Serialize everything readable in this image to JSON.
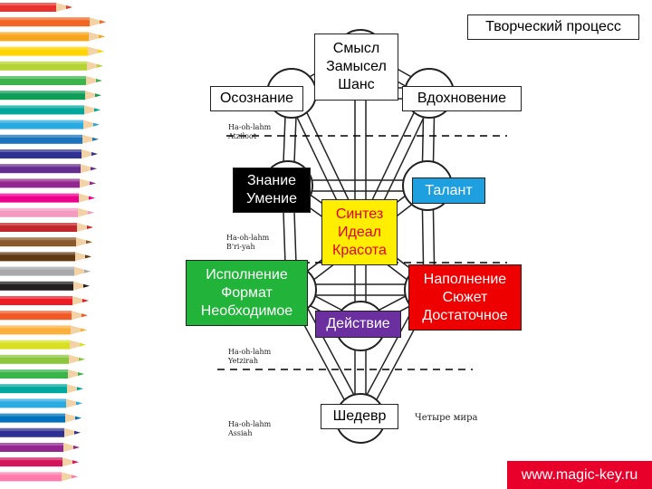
{
  "title": "Творческий процесс",
  "website": "www.magic-key.ru",
  "tree_caption": "Четыре мира",
  "worlds": [
    {
      "line1": "Ha-oh-lahm",
      "line2": "Atziloot"
    },
    {
      "line1": "Ha-oh-lahm",
      "line2": "B'ri-yah"
    },
    {
      "line1": "Ha-oh-lahm",
      "line2": "Yetzirah"
    },
    {
      "line1": "Ha-oh-lahm",
      "line2": "Assiah"
    }
  ],
  "nodes": {
    "top": {
      "lines": [
        "Смысл",
        "Замысел",
        "Шанс"
      ]
    },
    "left_upper": {
      "lines": [
        "Осознание"
      ]
    },
    "right_upper": {
      "lines": [
        "Вдохновение"
      ]
    },
    "left_middle": {
      "lines": [
        "Знание",
        "Умение"
      ],
      "bg": "#000000",
      "fg": "#ffffff"
    },
    "right_middle": {
      "lines": [
        "Талант"
      ],
      "bg": "#1ea0e0",
      "fg": "#ffffff"
    },
    "center": {
      "lines": [
        "Синтез",
        "Идеал",
        "Красота"
      ],
      "bg": "#ffee00",
      "fg": "#e0002a"
    },
    "left_lower": {
      "lines": [
        "Исполнение",
        "Формат",
        "Необходимое"
      ],
      "bg": "#22b43a",
      "fg": "#ffffff"
    },
    "right_lower": {
      "lines": [
        "Наполнение",
        "Сюжет",
        "Достаточное"
      ],
      "bg": "#ee0000",
      "fg": "#ffffff"
    },
    "action": {
      "lines": [
        "Действие"
      ],
      "bg": "#6b2fa0",
      "fg": "#ffffff"
    },
    "bottom": {
      "lines": [
        "Шедевр"
      ]
    }
  }
}
